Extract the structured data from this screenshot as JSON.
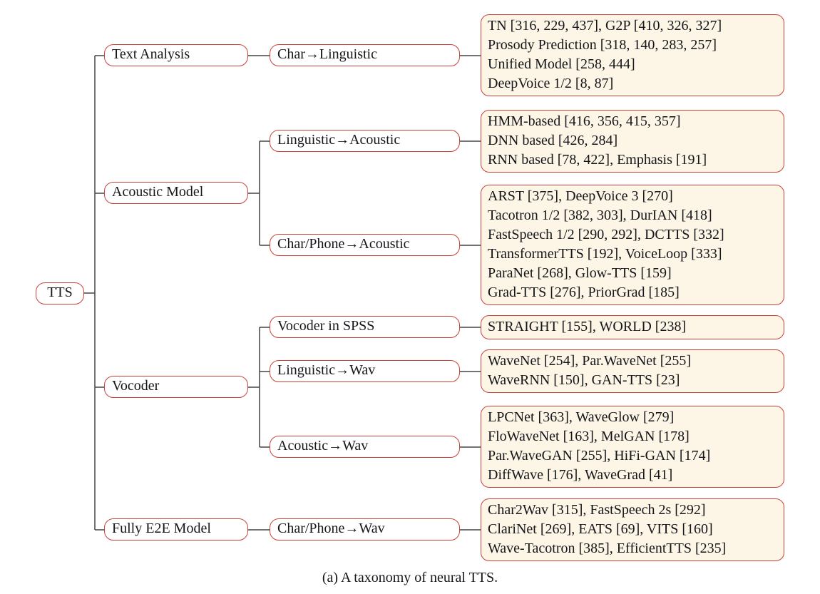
{
  "figure": {
    "caption": "(a) A taxonomy of neural TTS."
  },
  "colors": {
    "node_border": "#c8423a",
    "node_fill": "#ffffff",
    "leaf_fill": "#fdf5e6",
    "wire": "#444444",
    "text": "#14161a"
  },
  "taxonomy": {
    "root": {
      "label": "TTS"
    },
    "branches": [
      {
        "label": "Text Analysis",
        "children": [
          {
            "label": "Char→Linguistic",
            "papers": [
              "TN [316, 229, 437], G2P [410, 326, 327]",
              "Prosody Prediction [318, 140, 283, 257]",
              "Unified Model [258, 444]",
              "DeepVoice 1/2 [8, 87]"
            ]
          }
        ]
      },
      {
        "label": "Acoustic Model",
        "children": [
          {
            "label": "Linguistic→Acoustic",
            "papers": [
              "HMM-based [416, 356, 415, 357]",
              "DNN based [426, 284]",
              "RNN based [78, 422], Emphasis [191]"
            ]
          },
          {
            "label": "Char/Phone→Acoustic",
            "papers": [
              "ARST [375], DeepVoice 3 [270]",
              "Tacotron 1/2 [382, 303], DurIAN [418]",
              "FastSpeech 1/2 [290, 292], DCTTS [332]",
              "TransformerTTS [192], VoiceLoop [333]",
              "ParaNet [268], Glow-TTS [159]",
              "Grad-TTS [276], PriorGrad [185]"
            ]
          }
        ]
      },
      {
        "label": "Vocoder",
        "children": [
          {
            "label": "Vocoder in SPSS",
            "papers": [
              "STRAIGHT [155], WORLD [238]"
            ]
          },
          {
            "label": "Linguistic→Wav",
            "papers": [
              "WaveNet [254], Par.WaveNet [255]",
              "WaveRNN [150], GAN-TTS [23]"
            ]
          },
          {
            "label": "Acoustic→Wav",
            "papers": [
              "LPCNet [363], WaveGlow [279]",
              "FloWaveNet [163], MelGAN [178]",
              "Par.WaveGAN [255], HiFi-GAN [174]",
              "DiffWave [176], WaveGrad [41]"
            ]
          }
        ]
      },
      {
        "label": "Fully E2E Model",
        "children": [
          {
            "label": "Char/Phone→Wav",
            "papers": [
              "Char2Wav [315], FastSpeech 2s [292]",
              "ClariNet [269], EATS [69], VITS [160]",
              "Wave-Tacotron [385], EfficientTTS [235]"
            ]
          }
        ]
      }
    ]
  }
}
